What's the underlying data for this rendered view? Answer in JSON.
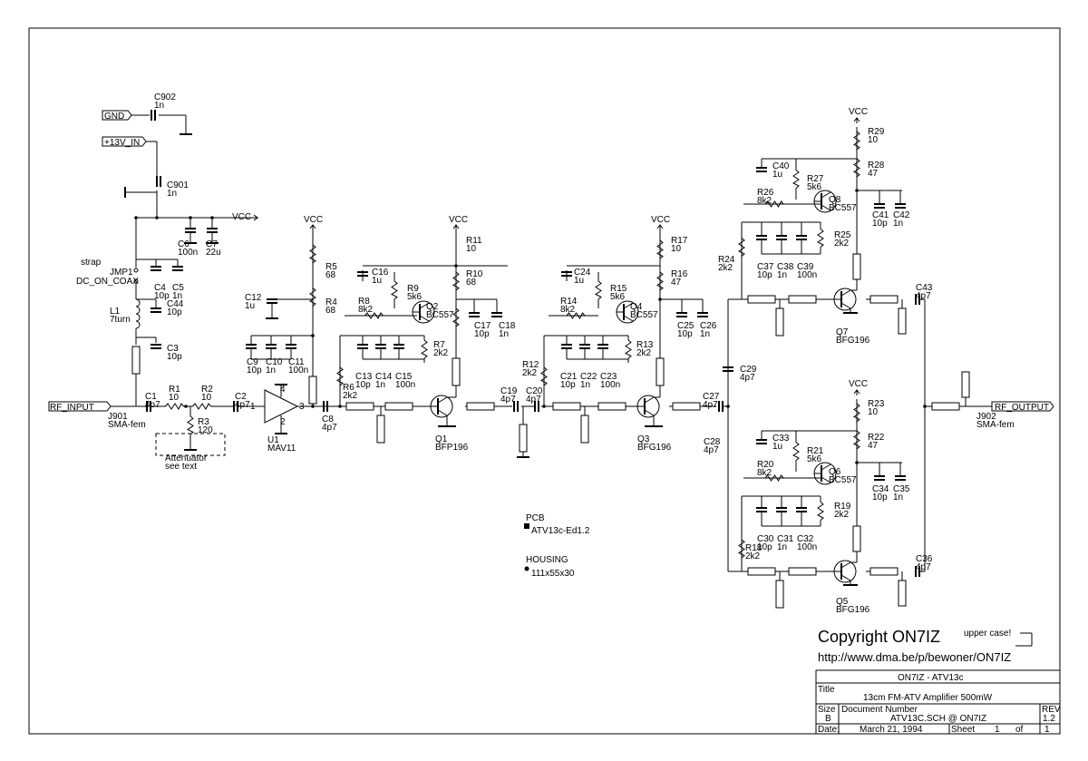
{
  "ports": {
    "gnd": "GND",
    "v13": "+13V_IN",
    "rf_in": "RF_INPUT",
    "rf_out": "RF_OUTPUT"
  },
  "vcc": "VCC",
  "labels": {
    "strap": "strap",
    "dc_on_coax": "DC_ON_COAX",
    "attenuator": "Attenuator",
    "see_text": "see text",
    "upper_case": "upper case!"
  },
  "components": [
    {
      "ref": "C902",
      "val": "1n"
    },
    {
      "ref": "C901",
      "val": "1n"
    },
    {
      "ref": "C6",
      "val": "100n"
    },
    {
      "ref": "C7",
      "val": "22u"
    },
    {
      "ref": "JMP1",
      "val": ""
    },
    {
      "ref": "C4",
      "val": "10p"
    },
    {
      "ref": "C5",
      "val": "1n"
    },
    {
      "ref": "C44",
      "val": "10p"
    },
    {
      "ref": "L1",
      "val": "7turn"
    },
    {
      "ref": "C3",
      "val": "10p"
    },
    {
      "ref": "J901",
      "val": "SMA-fem"
    },
    {
      "ref": "C1",
      "val": "4p7"
    },
    {
      "ref": "R1",
      "val": "10"
    },
    {
      "ref": "R2",
      "val": "10"
    },
    {
      "ref": "R3",
      "val": "120"
    },
    {
      "ref": "C2",
      "val": "4p7"
    },
    {
      "ref": "U1",
      "val": "MAV11"
    },
    {
      "ref": "R5",
      "val": "68"
    },
    {
      "ref": "R4",
      "val": "68"
    },
    {
      "ref": "C12",
      "val": "1u"
    },
    {
      "ref": "C9",
      "val": "10p"
    },
    {
      "ref": "C10",
      "val": "1n"
    },
    {
      "ref": "C11",
      "val": "100n"
    },
    {
      "ref": "C8",
      "val": "4p7"
    },
    {
      "ref": "C16",
      "val": "1u"
    },
    {
      "ref": "R9",
      "val": "5k6"
    },
    {
      "ref": "R8",
      "val": "8k2"
    },
    {
      "ref": "Q2",
      "val": "BC557"
    },
    {
      "ref": "R11",
      "val": "10"
    },
    {
      "ref": "R10",
      "val": "68"
    },
    {
      "ref": "C17",
      "val": "10p"
    },
    {
      "ref": "C18",
      "val": "1n"
    },
    {
      "ref": "R7",
      "val": "2k2"
    },
    {
      "ref": "C13",
      "val": "10p"
    },
    {
      "ref": "C14",
      "val": "1n"
    },
    {
      "ref": "C15",
      "val": "100n"
    },
    {
      "ref": "R6",
      "val": "2k2"
    },
    {
      "ref": "Q1",
      "val": "BFP196"
    },
    {
      "ref": "C19",
      "val": "4p7"
    },
    {
      "ref": "C20",
      "val": "4p7"
    },
    {
      "ref": "R12",
      "val": "2k2"
    },
    {
      "ref": "C24",
      "val": "1u"
    },
    {
      "ref": "R15",
      "val": "5k6"
    },
    {
      "ref": "R14",
      "val": "8k2"
    },
    {
      "ref": "Q4",
      "val": "BC557"
    },
    {
      "ref": "R17",
      "val": "10"
    },
    {
      "ref": "R16",
      "val": "47"
    },
    {
      "ref": "C25",
      "val": "10p"
    },
    {
      "ref": "C26",
      "val": "1n"
    },
    {
      "ref": "R13",
      "val": "2k2"
    },
    {
      "ref": "C21",
      "val": "10p"
    },
    {
      "ref": "C22",
      "val": "1n"
    },
    {
      "ref": "C23",
      "val": "100n"
    },
    {
      "ref": "Q3",
      "val": "BFG196"
    },
    {
      "ref": "C27",
      "val": "4p7"
    },
    {
      "ref": "C28",
      "val": "4p7"
    },
    {
      "ref": "C29",
      "val": "4p7"
    },
    {
      "ref": "R29",
      "val": "10"
    },
    {
      "ref": "R28",
      "val": "47"
    },
    {
      "ref": "C40",
      "val": "1u"
    },
    {
      "ref": "R27",
      "val": "5k6"
    },
    {
      "ref": "R26",
      "val": "8k2"
    },
    {
      "ref": "Q8",
      "val": "BC557"
    },
    {
      "ref": "C41",
      "val": "10p"
    },
    {
      "ref": "C42",
      "val": "1n"
    },
    {
      "ref": "R25",
      "val": "2k2"
    },
    {
      "ref": "R24",
      "val": "2k2"
    },
    {
      "ref": "C37",
      "val": "10p"
    },
    {
      "ref": "C38",
      "val": "1n"
    },
    {
      "ref": "C39",
      "val": "100n"
    },
    {
      "ref": "Q7",
      "val": "BFG196"
    },
    {
      "ref": "C43",
      "val": "4p7"
    },
    {
      "ref": "R23",
      "val": "10"
    },
    {
      "ref": "R22",
      "val": "47"
    },
    {
      "ref": "C33",
      "val": "1u"
    },
    {
      "ref": "R21",
      "val": "5k6"
    },
    {
      "ref": "R20",
      "val": "8k2"
    },
    {
      "ref": "Q6",
      "val": "BC557"
    },
    {
      "ref": "C34",
      "val": "10p"
    },
    {
      "ref": "C35",
      "val": "1n"
    },
    {
      "ref": "R19",
      "val": "2k2"
    },
    {
      "ref": "R18",
      "val": "2k2"
    },
    {
      "ref": "C30",
      "val": "10p"
    },
    {
      "ref": "C31",
      "val": "1n"
    },
    {
      "ref": "C32",
      "val": "100n"
    },
    {
      "ref": "Q5",
      "val": "BFG196"
    },
    {
      "ref": "C36",
      "val": "4p7"
    },
    {
      "ref": "J902",
      "val": "SMA-fem"
    }
  ],
  "pins": {
    "u1_in": "1",
    "u1_gnd": "2",
    "u1_out": "3",
    "u1_pwr": "4"
  },
  "pcb": {
    "ref": "PCB",
    "val": "ATV13c-Ed1.2"
  },
  "housing": {
    "ref": "HOUSING",
    "val": "111x55x30"
  },
  "copyright": {
    "text": "Copyright ON7IZ",
    "url": "http://www.dma.be/p/bewoner/ON7IZ"
  },
  "title_block": {
    "company": "ON7IZ - ATV13c",
    "title_label": "Title",
    "title": "13cm FM-ATV Amplifier 500mW",
    "size_label": "Size",
    "size": "B",
    "docnum_label": "Document Number",
    "docnum": "ATV13C.SCH @ ON7IZ",
    "rev_label": "REV",
    "rev": "1.2",
    "date_label": "Date:",
    "date": "March 21, 1994",
    "sheet_label": "Sheet",
    "sheet": "1",
    "of_label": "of",
    "of": "1"
  }
}
